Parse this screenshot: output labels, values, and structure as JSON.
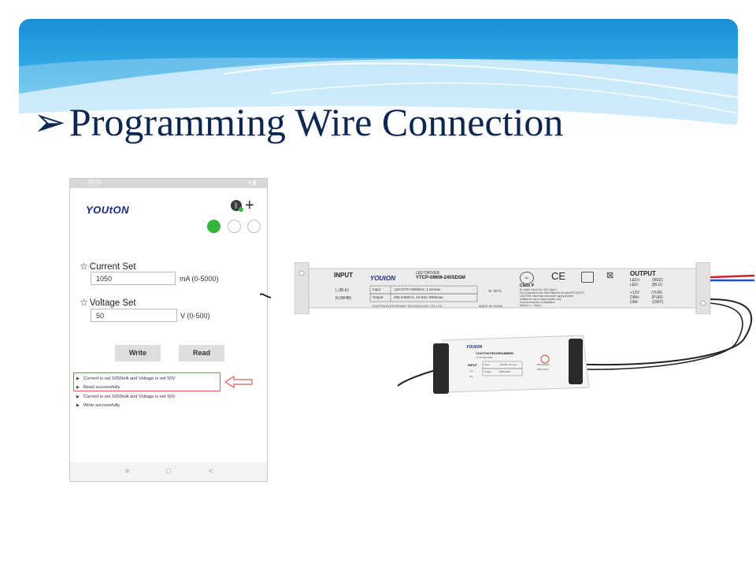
{
  "slide": {
    "title": "Programming Wire Connection",
    "bullet_glyph": "➢"
  },
  "colors": {
    "banner_blue": "#1f97dc",
    "title_navy": "#0d2750",
    "status_green": "#36b33f",
    "highlight_red": "#e05a5a"
  },
  "phone": {
    "status_time": "16:55",
    "status_icons": "⋅⋅ ▾ ▮",
    "logo": "YOUtON",
    "bluetooth_icon": "bluetooth-icon",
    "add_glyph": "+",
    "current_label": "Current Set",
    "current_value": "1050",
    "current_unit": "mA (0-5000)",
    "voltage_label": "Voltage Set",
    "voltage_value": "50",
    "voltage_unit": "V (0-500)",
    "write_label": "Write",
    "read_label": "Read",
    "log": [
      "Current is set 1050mA and Voltage is set 50V",
      "Read successfully",
      "Current is set 1050mA and Voltage is set 50V",
      "Write successfully"
    ],
    "nav_glyphs": [
      "≡",
      "□",
      "<"
    ]
  },
  "driver": {
    "input_heading": "INPUT",
    "brand": "YOUtON",
    "product_line": "LED DRIVER",
    "model": "YTCP-096W-240SDSM",
    "wires_in": [
      "L    (BLK)",
      "N    (WHB)"
    ],
    "spec_rows": [
      {
        "k": "Input",
        "v": "120-277V~50/60Hz, 1.0Amax"
      },
      {
        "k": "Output",
        "v": "200-2400mA, 10-54V, 96Wmax"
      }
    ],
    "temp": "Tc: 90°C",
    "class_text": "Class P",
    "cert_lines": [
      "UL Class 2 and CUL LED Class 2",
      "For Connections Use Wire Rated for at Least 90°C(194°F)",
      "CAUTION: More than one power supply present",
      "Suitable for dry or damp location only",
      "Ground enclosure in installation",
      "Dimmer: c - Class 2"
    ],
    "company": "YOUTON ELECTRONIC TECHNOLOGY CO.,LTD.",
    "origin": "MADE IN CHINA",
    "output_heading": "OUTPUT",
    "outputs": [
      {
        "label": "LED+",
        "code": "(RED)"
      },
      {
        "label": "LED-",
        "code": "(BLU)"
      },
      {
        "label": "+12V",
        "code": "(YLW)"
      },
      {
        "label": "DIM+",
        "code": "(PUR)"
      },
      {
        "label": "DIM-",
        "code": "(GRY)"
      }
    ],
    "ce_mark": "CE"
  },
  "programmer": {
    "brand": "YOUtON",
    "name": "YOUTON PROGRAMMER",
    "model": "YT-BT-PROG01",
    "input_label": "INPUT",
    "wires": [
      "L(+)",
      "N(-)"
    ],
    "spec_rows": [
      {
        "k": "Input",
        "v": "+12VDC 1A max"
      },
      {
        "k": "Output",
        "v": "DIM+/DIM-"
      }
    ],
    "side_labels": [
      "DIM+(PUR)",
      "DIM-(GRY)"
    ]
  }
}
